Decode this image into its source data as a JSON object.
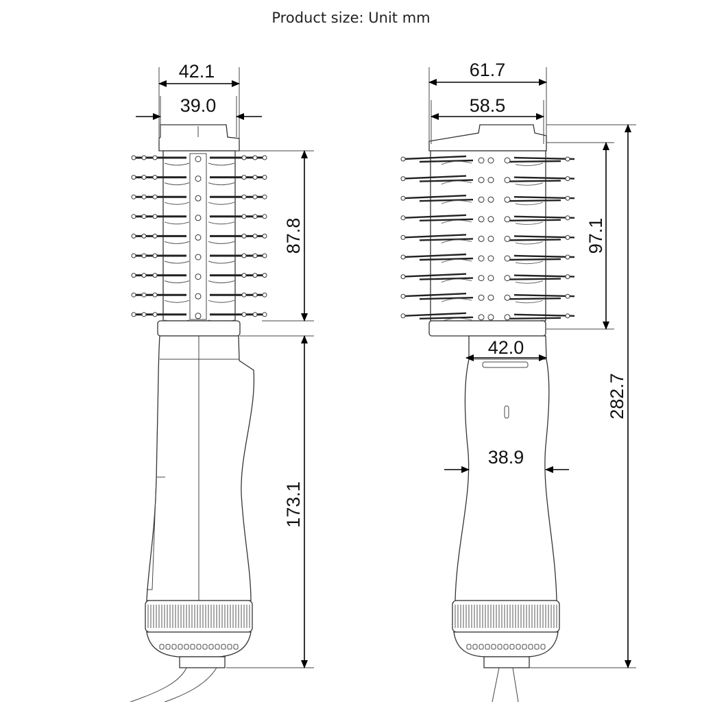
{
  "title": "Product size: Unit mm",
  "dimensions": {
    "left_top_outer": "42.1",
    "left_top_inner": "39.0",
    "left_barrel_height": "87.8",
    "left_handle_height": "173.1",
    "right_top_outer": "61.7",
    "right_top_inner": "58.5",
    "right_barrel_height": "97.1",
    "right_neck_width": "42.0",
    "right_handle_width": "38.9",
    "total_height": "282.7"
  }
}
